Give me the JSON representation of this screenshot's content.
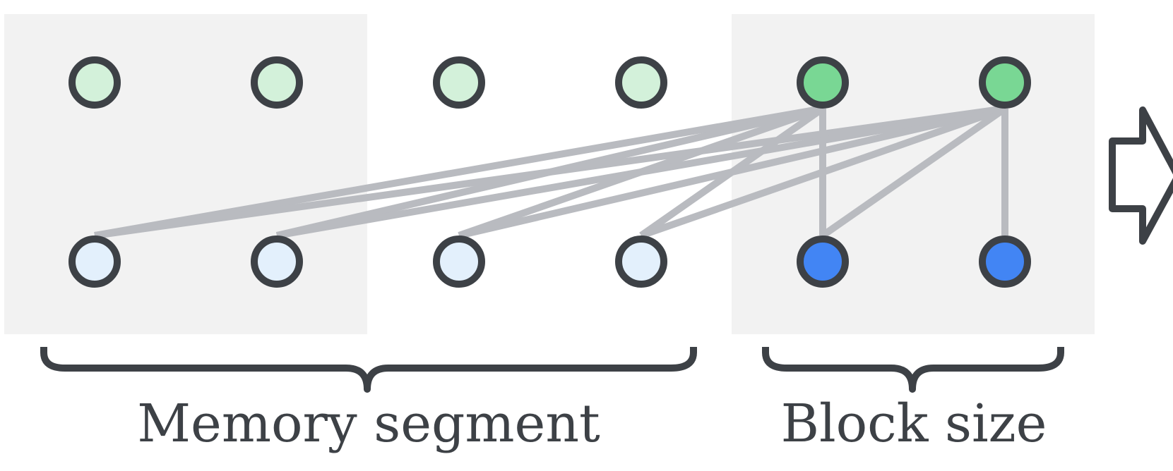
{
  "labels": {
    "memory_segment": "Memory segment",
    "block_size": "Block size"
  },
  "colors": {
    "panel_bg": "#f2f2f2",
    "outline": "#3d4146",
    "edge": "#b9bbc0",
    "top_faded": "#d3f1da",
    "top_active": "#79d794",
    "bottom_faded": "#e3f0fc",
    "bottom_active": "#4285f4"
  },
  "nodes": {
    "top": [
      {
        "id": "t1",
        "state": "faded"
      },
      {
        "id": "t2",
        "state": "faded"
      },
      {
        "id": "t3",
        "state": "faded"
      },
      {
        "id": "t4",
        "state": "faded"
      },
      {
        "id": "t5",
        "state": "active"
      },
      {
        "id": "t6",
        "state": "active"
      }
    ],
    "bottom": [
      {
        "id": "b1",
        "state": "faded"
      },
      {
        "id": "b2",
        "state": "faded"
      },
      {
        "id": "b3",
        "state": "faded"
      },
      {
        "id": "b4",
        "state": "faded"
      },
      {
        "id": "b5",
        "state": "active"
      },
      {
        "id": "b6",
        "state": "active"
      }
    ]
  },
  "edges": [
    {
      "from": "t5",
      "to": "b1"
    },
    {
      "from": "t5",
      "to": "b2"
    },
    {
      "from": "t5",
      "to": "b3"
    },
    {
      "from": "t5",
      "to": "b4"
    },
    {
      "from": "t5",
      "to": "b5"
    },
    {
      "from": "t6",
      "to": "b1"
    },
    {
      "from": "t6",
      "to": "b2"
    },
    {
      "from": "t6",
      "to": "b3"
    },
    {
      "from": "t6",
      "to": "b4"
    },
    {
      "from": "t6",
      "to": "b5"
    },
    {
      "from": "t6",
      "to": "b6"
    }
  ]
}
